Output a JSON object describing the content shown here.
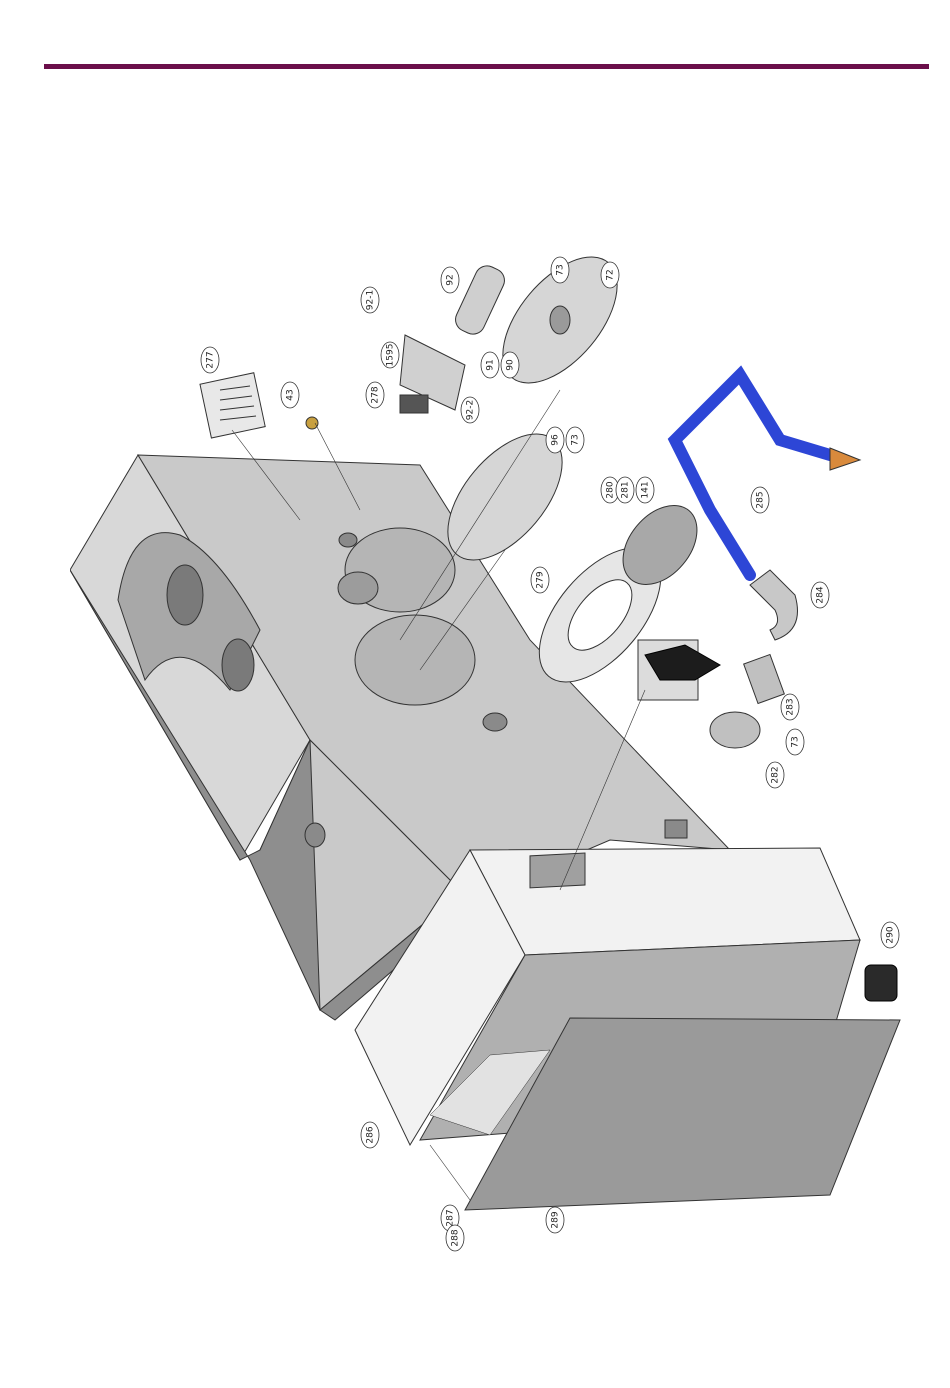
{
  "header": {
    "rule_color": "#6b0f4a"
  },
  "colors": {
    "body_face": "#c9c9c9",
    "body_top": "#d8d8d8",
    "body_dark": "#8e8e8e",
    "panel": "#9a9a9a",
    "cabinet": "#f2f2f2",
    "hose": "#2d46d6",
    "nozzle": "#d98a3c",
    "knob": "#1c1c1c",
    "brass": "#c8a040",
    "line": "#333333"
  },
  "callouts": [
    {
      "label": "277"
    },
    {
      "label": "43"
    },
    {
      "label": "92-1"
    },
    {
      "label": "278"
    },
    {
      "label": "1595"
    },
    {
      "label": "92-2"
    },
    {
      "label": "92"
    },
    {
      "label": "73"
    },
    {
      "label": "72"
    },
    {
      "label": "91"
    },
    {
      "label": "90"
    },
    {
      "label": "96"
    },
    {
      "label": "73"
    },
    {
      "label": "280"
    },
    {
      "label": "281"
    },
    {
      "label": "141"
    },
    {
      "label": "285"
    },
    {
      "label": "279"
    },
    {
      "label": "284"
    },
    {
      "label": "283"
    },
    {
      "label": "73"
    },
    {
      "label": "282"
    },
    {
      "label": "290"
    },
    {
      "label": "286"
    },
    {
      "label": "287"
    },
    {
      "label": "288"
    },
    {
      "label": "289"
    }
  ]
}
